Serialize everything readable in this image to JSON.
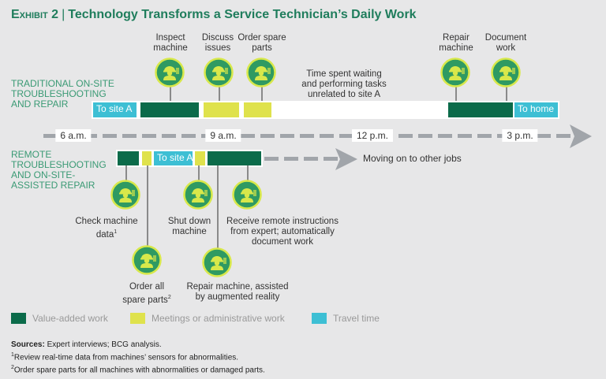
{
  "title": {
    "exhibit": "Exhibit 2",
    "separator": "|",
    "text": "Technology Transforms a Service Technician’s Daily Work"
  },
  "colors": {
    "value_added": "#0b6b4a",
    "admin": "#dfe24c",
    "travel": "#3dbfd4",
    "icon_fill": "#2f9a62",
    "icon_ring": "#d8e84a"
  },
  "traditional": {
    "label": [
      "Traditional on-site",
      "troubleshooting",
      "and repair"
    ],
    "steps": [
      {
        "label": [
          "Inspect",
          "machine"
        ],
        "icon": "worker-tools-icon"
      },
      {
        "label": [
          "Discuss",
          "issues"
        ],
        "icon": "worker-computer-icon"
      },
      {
        "label": [
          "Order spare",
          "parts"
        ],
        "icon": "worker-phone-icon"
      },
      {
        "label": [
          "Repair",
          "machine"
        ],
        "icon": "worker-tools-icon"
      },
      {
        "label": [
          "Document",
          "work"
        ],
        "icon": "worker-computer-icon"
      }
    ],
    "travel_out": "To site A",
    "travel_home": "To home",
    "waiting": [
      "Time spent waiting",
      "and performing tasks",
      "unrelated to site A"
    ]
  },
  "timeline": {
    "ticks": [
      "6 a.m.",
      "9 a.m.",
      "12 p.m.",
      "3 p.m."
    ]
  },
  "remote": {
    "label": [
      "Remote",
      "troubleshooting",
      "and on-site-",
      "assisted repair"
    ],
    "travel_out": "To site A",
    "moving_on": "Moving on to other jobs",
    "steps": [
      {
        "label": [
          "Check machine",
          "data"
        ],
        "sup": "1",
        "icon": "worker-tablet-icon"
      },
      {
        "label": [
          "Order all",
          "spare parts"
        ],
        "sup": "2",
        "icon": "worker-phone-icon"
      },
      {
        "label": [
          "Shut down",
          "machine"
        ],
        "icon": "worker-tools-icon"
      },
      {
        "label": [
          "Repair machine, assisted",
          "by augmented reality"
        ],
        "icon": "worker-tools-icon"
      },
      {
        "label": [
          "Receive remote instructions",
          "from expert; automatically",
          "document work"
        ],
        "icon": "worker-computer-icon"
      }
    ]
  },
  "legend": [
    {
      "label": "Value-added work"
    },
    {
      "label": "Meetings or administrative work"
    },
    {
      "label": "Travel time"
    }
  ],
  "footer": {
    "sources_label": "Sources:",
    "sources": " Expert interviews; BCG analysis.",
    "note1_mark": "1",
    "note1": "Review real-time data from machines’ sensors for abnormalities.",
    "note2_mark": "2",
    "note2": "Order spare parts for all machines with abnormalities or damaged parts."
  }
}
